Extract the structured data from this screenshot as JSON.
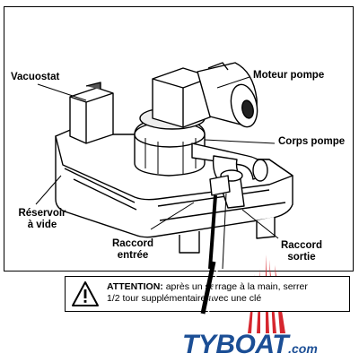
{
  "labels": {
    "vacuostat": "Vacuostat",
    "moteur_pompe": "Moteur pompe",
    "corps_pompe": "Corps pompe",
    "reservoir_line1": "Réservoir",
    "reservoir_line2": "à vide",
    "raccord_entree_line1": "Raccord",
    "raccord_entree_line2": "entrée",
    "raccord_sortie_line1": "Raccord",
    "raccord_sortie_line2": "sortie"
  },
  "warning": {
    "icon": "exclamation-triangle-icon",
    "heading": "ATTENTION:",
    "text_line1": " après un serrage à la main, serrer",
    "text_line2": "1/2 tour supplémentaire avec une clé"
  },
  "logo": {
    "text": "TYBOAT",
    "domain": ".com",
    "color": "#1b4e95",
    "sail_color": "#d6262e"
  }
}
